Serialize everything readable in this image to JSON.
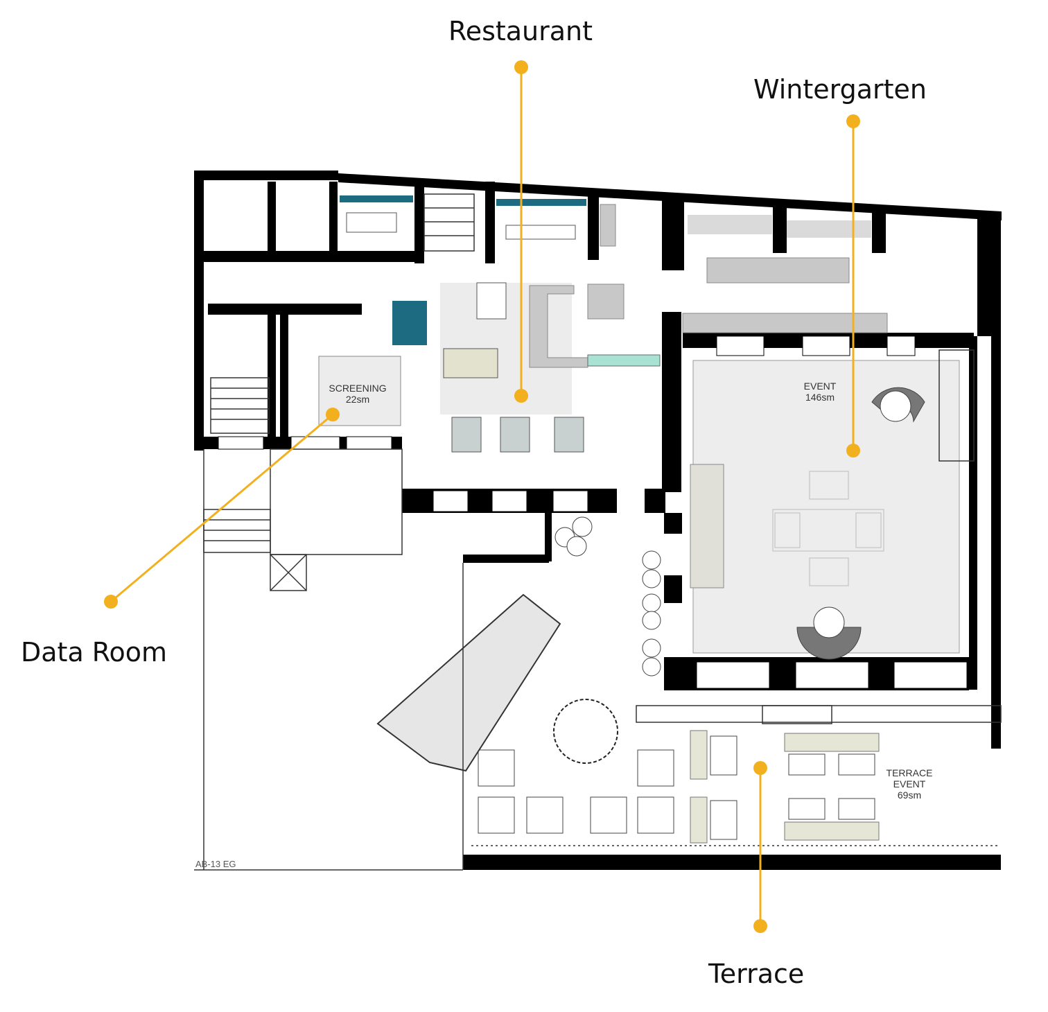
{
  "callouts": {
    "restaurant": "Restaurant",
    "wintergarten": "Wintergarten",
    "data_room": "Data Room",
    "terrace": "Terrace"
  },
  "rooms": {
    "screening": {
      "name": "SCREENING",
      "area": "22sm"
    },
    "event": {
      "name": "EVENT",
      "area": "146sm"
    },
    "terrace_event": {
      "name_line1": "TERRACE",
      "name_line2": "EVENT",
      "area": "69sm"
    }
  },
  "sheet_label": "AB-13 EG",
  "colors": {
    "wall": "#000000",
    "callout": "#F2B01E",
    "room_fill": "#EEEEEE",
    "furniture": "#C8C8C8",
    "teal_accent": "#1C6B80",
    "mint_bench": "#A8E2D2"
  }
}
